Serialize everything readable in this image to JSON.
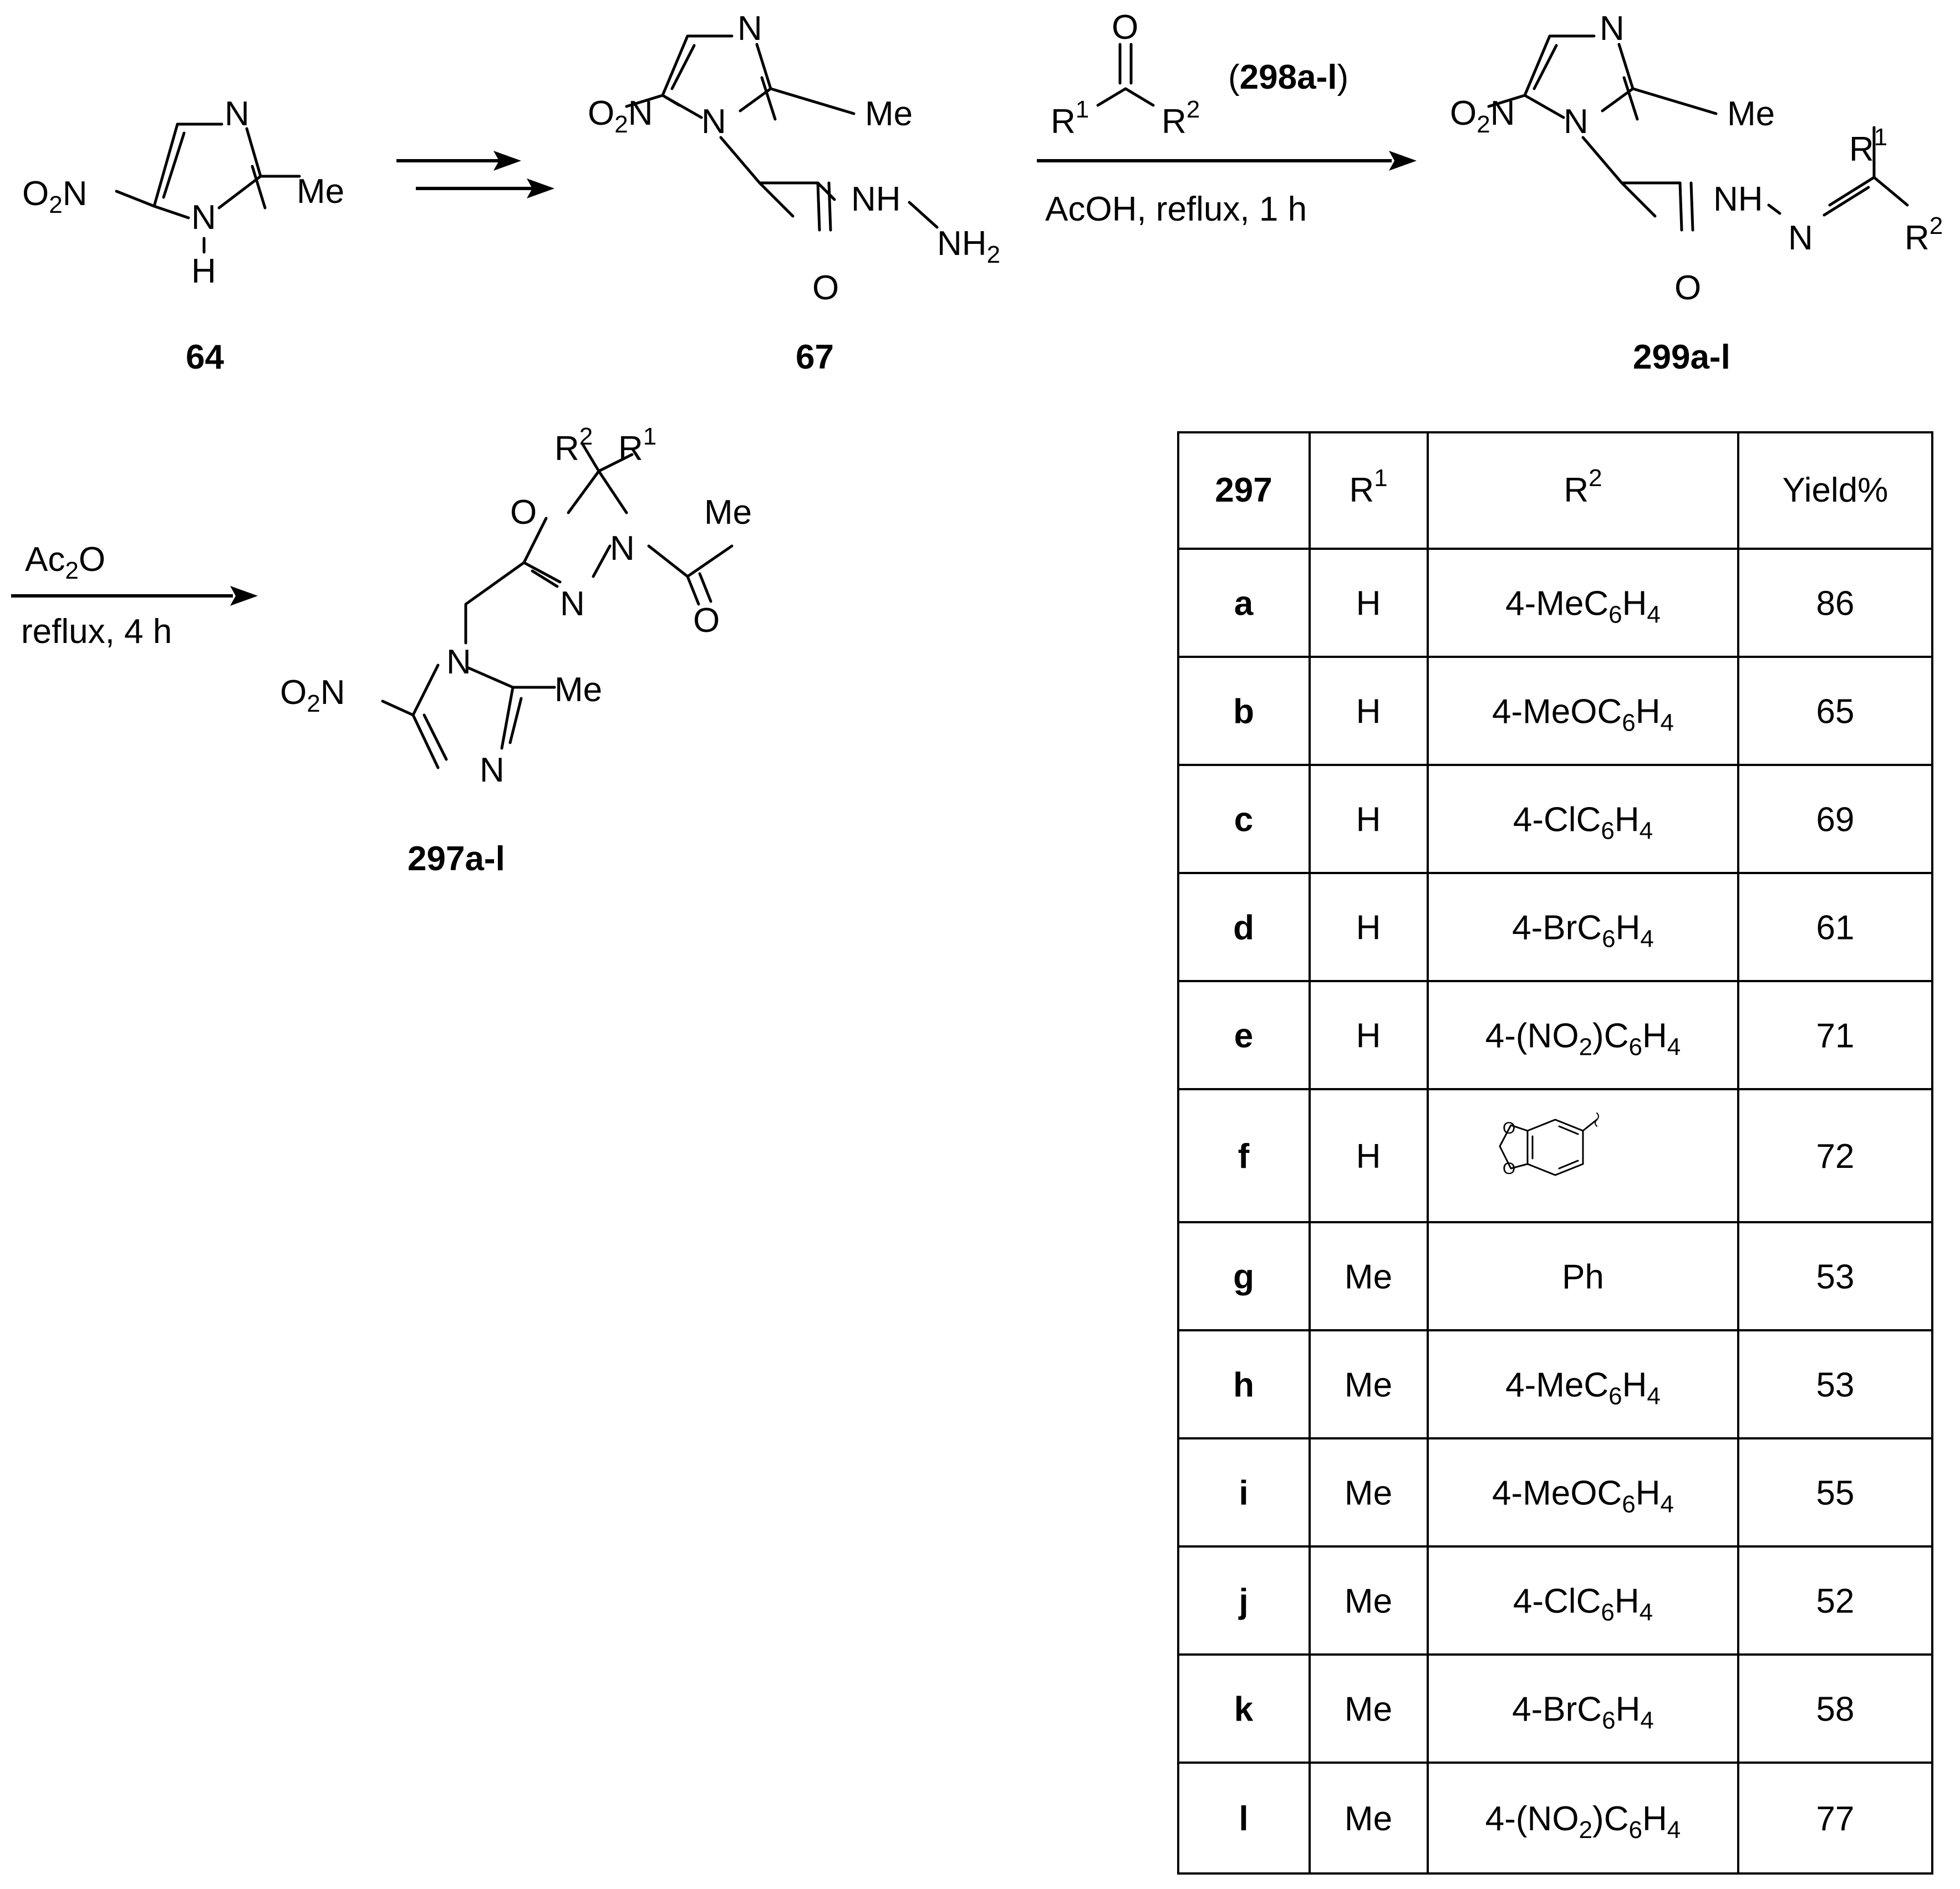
{
  "compounds": {
    "c64": "64",
    "c67": "67",
    "c299": "299a-l",
    "c297": "297a-l",
    "reagent": "(298a-l)"
  },
  "conditions": {
    "step2_top": "AcOH, reflux, 1 h",
    "step3_top": "Ac2O",
    "step3_bottom": "reflux, 4 h"
  },
  "atoms": {
    "N": "N",
    "H": "H",
    "O": "O",
    "Me": "Me",
    "NH": "NH",
    "NH2": "NH2",
    "O2N": "O2N",
    "R1": "R1",
    "R2": "R2"
  },
  "table": {
    "headers": [
      "297",
      "R1",
      "R2",
      "Yield%"
    ],
    "rows": [
      {
        "id": "a",
        "r1": "H",
        "r2": "4-MeC6H4",
        "yield": "86"
      },
      {
        "id": "b",
        "r1": "H",
        "r2": "4-MeOC6H4",
        "yield": "65"
      },
      {
        "id": "c",
        "r1": "H",
        "r2": "4-ClC6H4",
        "yield": "69"
      },
      {
        "id": "d",
        "r1": "H",
        "r2": "4-BrC6H4",
        "yield": "61"
      },
      {
        "id": "e",
        "r1": "H",
        "r2": "4-(NO2)C6H4",
        "yield": "71"
      },
      {
        "id": "f",
        "r1": "H",
        "r2": "",
        "yield": "72"
      },
      {
        "id": "g",
        "r1": "Me",
        "r2": "Ph",
        "yield": "53"
      },
      {
        "id": "h",
        "r1": "Me",
        "r2": "4-MeC6H4",
        "yield": "53"
      },
      {
        "id": "i",
        "r1": "Me",
        "r2": "4-MeOC6H4",
        "yield": "55"
      },
      {
        "id": "j",
        "r1": "Me",
        "r2": "4-ClC6H4",
        "yield": "52"
      },
      {
        "id": "k",
        "r1": "Me",
        "r2": "4-BrC6H4",
        "yield": "58"
      },
      {
        "id": "l",
        "r1": "Me",
        "r2": "4-(NO2)C6H4",
        "yield": "77"
      }
    ]
  }
}
